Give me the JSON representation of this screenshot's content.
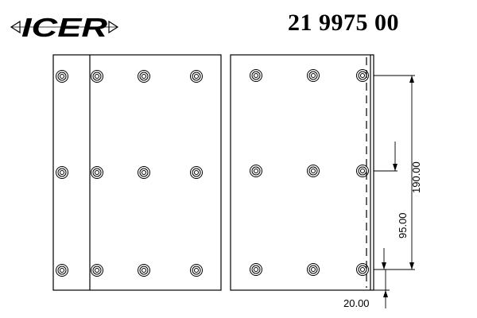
{
  "brand": {
    "logo_text": "ICER"
  },
  "header": {
    "part_number": "21 9975 00"
  },
  "dimensions": {
    "rivet_span": "190.00",
    "rivet_half_span": "95.00",
    "edge_offset": "20.00"
  },
  "colors": {
    "line": "#000000",
    "background": "#ffffff"
  }
}
